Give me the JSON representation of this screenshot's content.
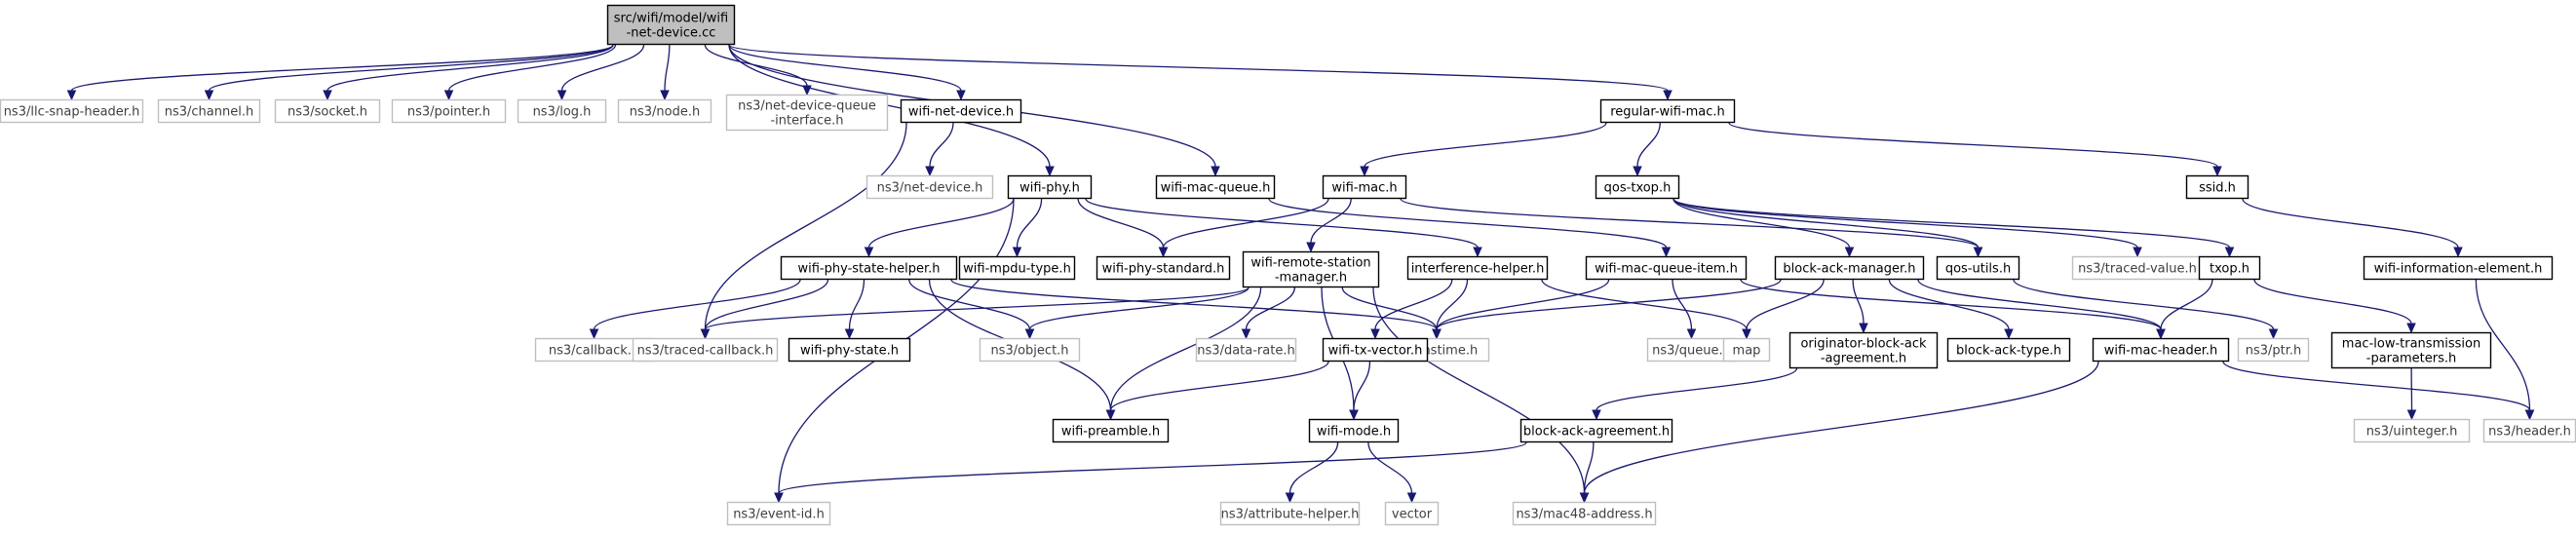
{
  "colors": {
    "edge": "#191970",
    "node_border": "#000000",
    "external_border": "#bfbfbf",
    "root_fill": "#bfbfbf",
    "background": "#ffffff"
  },
  "nodes": [
    {
      "id": "root",
      "lines": [
        "src/wifi/model/wifi",
        "-net-device.cc"
      ],
      "kind": "root",
      "name": "node-wifi-net-device-cc"
    },
    {
      "id": "llc",
      "lines": [
        "ns3/llc-snap-header.h"
      ],
      "kind": "external",
      "name": "node-llc-snap-header"
    },
    {
      "id": "channel",
      "lines": [
        "ns3/channel.h"
      ],
      "kind": "external",
      "name": "node-channel"
    },
    {
      "id": "socket",
      "lines": [
        "ns3/socket.h"
      ],
      "kind": "external",
      "name": "node-socket"
    },
    {
      "id": "pointer",
      "lines": [
        "ns3/pointer.h"
      ],
      "kind": "external",
      "name": "node-pointer"
    },
    {
      "id": "log",
      "lines": [
        "ns3/log.h"
      ],
      "kind": "external",
      "name": "node-log"
    },
    {
      "id": "node",
      "lines": [
        "ns3/node.h"
      ],
      "kind": "external",
      "name": "node-node"
    },
    {
      "id": "ndqi",
      "lines": [
        "ns3/net-device-queue",
        "-interface.h"
      ],
      "kind": "external",
      "name": "node-net-device-queue-interface"
    },
    {
      "id": "wnd",
      "lines": [
        "wifi-net-device.h"
      ],
      "kind": "internal",
      "name": "node-wifi-net-device-h"
    },
    {
      "id": "rwm",
      "lines": [
        "regular-wifi-mac.h"
      ],
      "kind": "internal",
      "name": "node-regular-wifi-mac"
    },
    {
      "id": "netdevice",
      "lines": [
        "ns3/net-device.h"
      ],
      "kind": "external",
      "name": "node-net-device"
    },
    {
      "id": "wifiphy",
      "lines": [
        "wifi-phy.h"
      ],
      "kind": "internal",
      "name": "node-wifi-phy"
    },
    {
      "id": "wmq",
      "lines": [
        "wifi-mac-queue.h"
      ],
      "kind": "internal",
      "name": "node-wifi-mac-queue"
    },
    {
      "id": "wifimac",
      "lines": [
        "wifi-mac.h"
      ],
      "kind": "internal",
      "name": "node-wifi-mac"
    },
    {
      "id": "qostxop",
      "lines": [
        "qos-txop.h"
      ],
      "kind": "internal",
      "name": "node-qos-txop"
    },
    {
      "id": "ssid",
      "lines": [
        "ssid.h"
      ],
      "kind": "internal",
      "name": "node-ssid"
    },
    {
      "id": "wpsh",
      "lines": [
        "wifi-phy-state-helper.h"
      ],
      "kind": "internal",
      "name": "node-wifi-phy-state-helper"
    },
    {
      "id": "wmpdu",
      "lines": [
        "wifi-mpdu-type.h"
      ],
      "kind": "internal",
      "name": "node-wifi-mpdu-type"
    },
    {
      "id": "wpstd",
      "lines": [
        "wifi-phy-standard.h"
      ],
      "kind": "internal",
      "name": "node-wifi-phy-standard"
    },
    {
      "id": "wrsm",
      "lines": [
        "wifi-remote-station",
        "-manager.h"
      ],
      "kind": "internal",
      "name": "node-wifi-remote-station-manager"
    },
    {
      "id": "ih",
      "lines": [
        "interference-helper.h"
      ],
      "kind": "internal",
      "name": "node-interference-helper"
    },
    {
      "id": "wmqi",
      "lines": [
        "wifi-mac-queue-item.h"
      ],
      "kind": "internal",
      "name": "node-wifi-mac-queue-item"
    },
    {
      "id": "bam",
      "lines": [
        "block-ack-manager.h"
      ],
      "kind": "internal",
      "name": "node-block-ack-manager"
    },
    {
      "id": "qosutils",
      "lines": [
        "qos-utils.h"
      ],
      "kind": "internal",
      "name": "node-qos-utils"
    },
    {
      "id": "tracedvalue",
      "lines": [
        "ns3/traced-value.h"
      ],
      "kind": "external",
      "name": "node-traced-value"
    },
    {
      "id": "txop",
      "lines": [
        "txop.h"
      ],
      "kind": "internal",
      "name": "node-txop"
    },
    {
      "id": "wie",
      "lines": [
        "wifi-information-element.h"
      ],
      "kind": "internal",
      "name": "node-wifi-information-element"
    },
    {
      "id": "callback",
      "lines": [
        "ns3/callback.h"
      ],
      "kind": "external",
      "name": "node-callback"
    },
    {
      "id": "tcb",
      "lines": [
        "ns3/traced-callback.h"
      ],
      "kind": "external",
      "name": "node-traced-callback"
    },
    {
      "id": "wps",
      "lines": [
        "wifi-phy-state.h"
      ],
      "kind": "internal",
      "name": "node-wifi-phy-state"
    },
    {
      "id": "object",
      "lines": [
        "ns3/object.h"
      ],
      "kind": "external",
      "name": "node-object"
    },
    {
      "id": "datarate",
      "lines": [
        "ns3/data-rate.h"
      ],
      "kind": "external",
      "name": "node-data-rate"
    },
    {
      "id": "nstime",
      "lines": [
        "ns3/nstime.h"
      ],
      "kind": "external",
      "name": "node-nstime"
    },
    {
      "id": "queue",
      "lines": [
        "ns3/queue.h"
      ],
      "kind": "external",
      "name": "node-queue"
    },
    {
      "id": "map",
      "lines": [
        "map"
      ],
      "kind": "external",
      "name": "node-map"
    },
    {
      "id": "oba",
      "lines": [
        "originator-block-ack",
        "-agreement.h"
      ],
      "kind": "internal",
      "name": "node-originator-block-ack-agreement"
    },
    {
      "id": "bat",
      "lines": [
        "block-ack-type.h"
      ],
      "kind": "internal",
      "name": "node-block-ack-type"
    },
    {
      "id": "wmh",
      "lines": [
        "wifi-mac-header.h"
      ],
      "kind": "internal",
      "name": "node-wifi-mac-header"
    },
    {
      "id": "ptr",
      "lines": [
        "ns3/ptr.h"
      ],
      "kind": "external",
      "name": "node-ptr"
    },
    {
      "id": "mltp",
      "lines": [
        "mac-low-transmission",
        "-parameters.h"
      ],
      "kind": "internal",
      "name": "node-mac-low-transmission-parameters"
    },
    {
      "id": "wtv",
      "lines": [
        "wifi-tx-vector.h"
      ],
      "kind": "internal",
      "name": "node-wifi-tx-vector"
    },
    {
      "id": "wpre",
      "lines": [
        "wifi-preamble.h"
      ],
      "kind": "internal",
      "name": "node-wifi-preamble"
    },
    {
      "id": "wmode",
      "lines": [
        "wifi-mode.h"
      ],
      "kind": "internal",
      "name": "node-wifi-mode"
    },
    {
      "id": "baa",
      "lines": [
        "block-ack-agreement.h"
      ],
      "kind": "internal",
      "name": "node-block-ack-agreement"
    },
    {
      "id": "uinteger",
      "lines": [
        "ns3/uinteger.h"
      ],
      "kind": "external",
      "name": "node-uinteger"
    },
    {
      "id": "header",
      "lines": [
        "ns3/header.h"
      ],
      "kind": "external",
      "name": "node-header"
    },
    {
      "id": "eventid",
      "lines": [
        "ns3/event-id.h"
      ],
      "kind": "external",
      "name": "node-event-id"
    },
    {
      "id": "attrhelper",
      "lines": [
        "ns3/attribute-helper.h"
      ],
      "kind": "external",
      "name": "node-attribute-helper"
    },
    {
      "id": "vector",
      "lines": [
        "vector"
      ],
      "kind": "external",
      "name": "node-vector"
    },
    {
      "id": "mac48",
      "lines": [
        "ns3/mac48-address.h"
      ],
      "kind": "external",
      "name": "node-mac48-address"
    }
  ],
  "edges": [
    [
      "root",
      "llc"
    ],
    [
      "root",
      "channel"
    ],
    [
      "root",
      "socket"
    ],
    [
      "root",
      "pointer"
    ],
    [
      "root",
      "log"
    ],
    [
      "root",
      "node"
    ],
    [
      "root",
      "ndqi"
    ],
    [
      "root",
      "wnd"
    ],
    [
      "root",
      "rwm"
    ],
    [
      "root",
      "wifiphy"
    ],
    [
      "root",
      "wmq"
    ],
    [
      "wnd",
      "netdevice"
    ],
    [
      "wnd",
      "tcb"
    ],
    [
      "rwm",
      "wifimac"
    ],
    [
      "rwm",
      "qostxop"
    ],
    [
      "rwm",
      "ssid"
    ],
    [
      "wifiphy",
      "wpsh"
    ],
    [
      "wifiphy",
      "wmpdu"
    ],
    [
      "wifiphy",
      "wpstd"
    ],
    [
      "wifiphy",
      "ih"
    ],
    [
      "wifiphy",
      "eventid"
    ],
    [
      "wmq",
      "wmqi"
    ],
    [
      "wifimac",
      "wpstd"
    ],
    [
      "wifimac",
      "wrsm"
    ],
    [
      "wifimac",
      "qosutils"
    ],
    [
      "qostxop",
      "bam"
    ],
    [
      "qostxop",
      "qosutils"
    ],
    [
      "qostxop",
      "tracedvalue"
    ],
    [
      "qostxop",
      "txop"
    ],
    [
      "ssid",
      "wie"
    ],
    [
      "wpsh",
      "callback"
    ],
    [
      "wpsh",
      "tcb"
    ],
    [
      "wpsh",
      "wps"
    ],
    [
      "wpsh",
      "object"
    ],
    [
      "wpsh",
      "nstime"
    ],
    [
      "wpsh",
      "wpre"
    ],
    [
      "wrsm",
      "tcb"
    ],
    [
      "wrsm",
      "object"
    ],
    [
      "wrsm",
      "datarate"
    ],
    [
      "wrsm",
      "nstime"
    ],
    [
      "wrsm",
      "wpre"
    ],
    [
      "wrsm",
      "wmode"
    ],
    [
      "wrsm",
      "mac48"
    ],
    [
      "ih",
      "wtv"
    ],
    [
      "ih",
      "nstime"
    ],
    [
      "ih",
      "map"
    ],
    [
      "wmqi",
      "nstime"
    ],
    [
      "wmqi",
      "queue"
    ],
    [
      "wmqi",
      "wmh"
    ],
    [
      "bam",
      "nstime"
    ],
    [
      "bam",
      "map"
    ],
    [
      "bam",
      "oba"
    ],
    [
      "bam",
      "bat"
    ],
    [
      "bam",
      "wmh"
    ],
    [
      "qosutils",
      "ptr"
    ],
    [
      "txop",
      "wmh"
    ],
    [
      "txop",
      "mltp"
    ],
    [
      "wie",
      "header"
    ],
    [
      "oba",
      "baa"
    ],
    [
      "wmh",
      "header"
    ],
    [
      "wmh",
      "mac48"
    ],
    [
      "mltp",
      "uinteger"
    ],
    [
      "wtv",
      "wpre"
    ],
    [
      "wtv",
      "wmode"
    ],
    [
      "wmode",
      "attrhelper"
    ],
    [
      "wmode",
      "vector"
    ],
    [
      "baa",
      "eventid"
    ],
    [
      "baa",
      "mac48"
    ]
  ]
}
